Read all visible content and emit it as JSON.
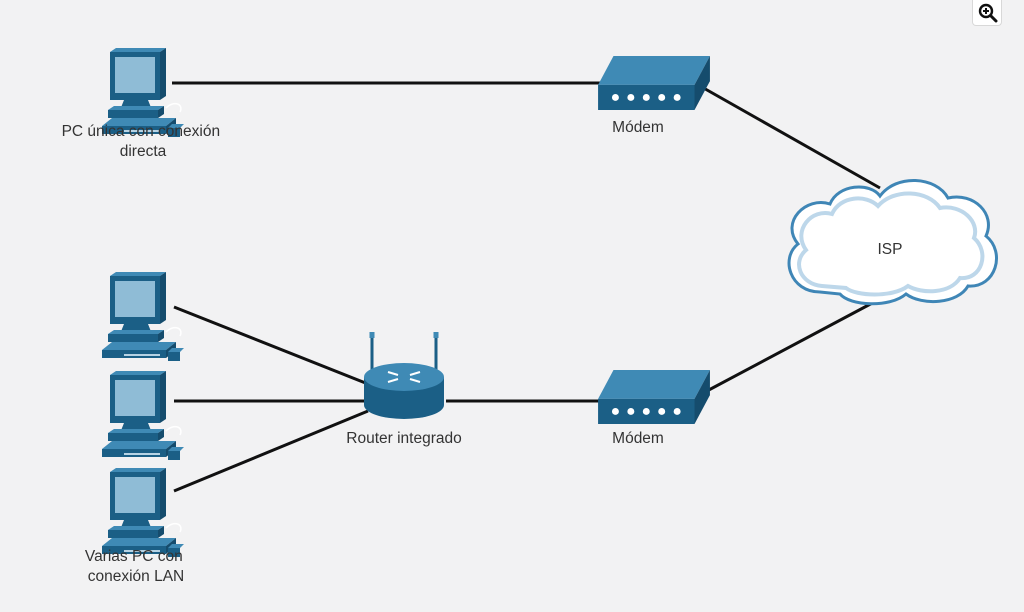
{
  "labels": {
    "pc_single_line1": "PC única con conexión",
    "pc_single_line2": "directa",
    "pc_multi_line1": "Varias PC con",
    "pc_multi_line2": "conexión LAN",
    "modem_top": "Módem",
    "modem_bottom": "Módem",
    "router": "Router integrado",
    "isp": "ISP"
  },
  "icons": {
    "zoom": "zoom-in-icon",
    "pc": "pc-icon",
    "modem": "modem-icon",
    "router": "wireless-router-icon",
    "cloud": "cloud-icon"
  },
  "colors": {
    "background": "#f2f2f3",
    "device_blue": "#1b5f86",
    "device_light": "#3f8ab5",
    "screen": "#8fbcd6",
    "cloud_outline": "#3f86b6",
    "link": "#111111"
  }
}
